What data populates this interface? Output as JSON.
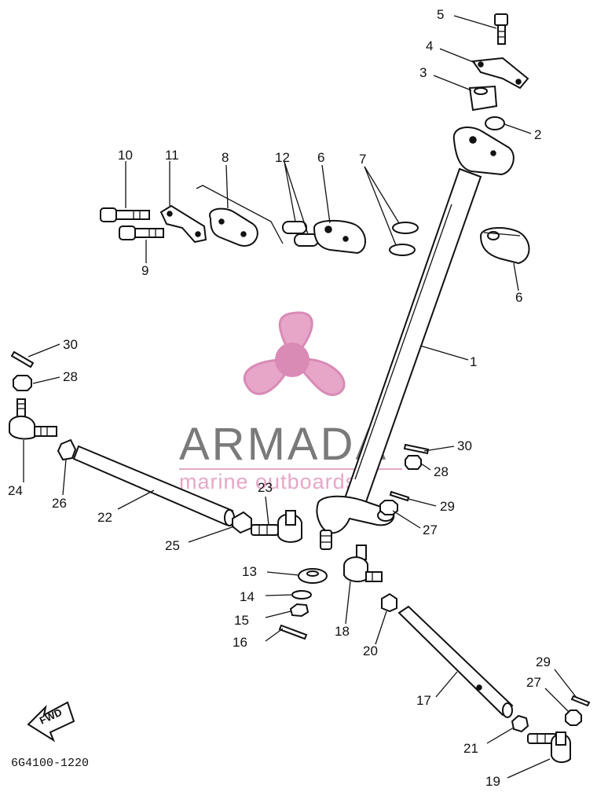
{
  "diagram_code": "6G4100-1220",
  "fwd_label": "FWD",
  "watermark": {
    "brand": "ARMADA",
    "tagline": "marine outboards",
    "colors": {
      "pink": "#e7a6c8",
      "pink_dark": "#d98ab5",
      "grey": "#7a7a7a"
    }
  },
  "part_labels": {
    "p1": "1",
    "p2": "2",
    "p3": "3",
    "p4": "4",
    "p5": "5",
    "p6a": "6",
    "p6b": "6",
    "p7": "7",
    "p8": "8",
    "p9": "9",
    "p10": "10",
    "p11": "11",
    "p12": "12",
    "p13": "13",
    "p14": "14",
    "p15": "15",
    "p16": "16",
    "p17": "17",
    "p18": "18",
    "p19": "19",
    "p20": "20",
    "p21": "21",
    "p22": "22",
    "p23": "23",
    "p24": "24",
    "p25": "25",
    "p26": "26",
    "p27a": "27",
    "p27b": "27",
    "p28a": "28",
    "p28b": "28",
    "p29a": "29",
    "p29b": "29",
    "p30a": "30",
    "p30b": "30"
  }
}
